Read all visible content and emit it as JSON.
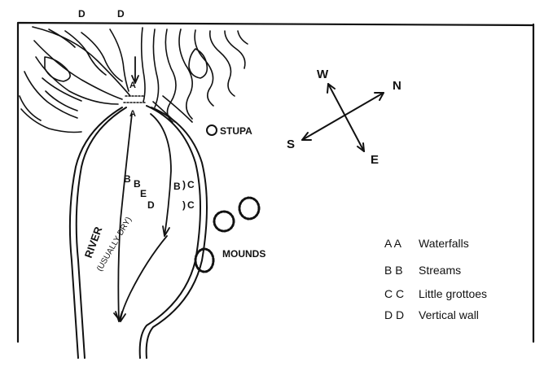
{
  "map": {
    "edge_labels": {
      "d_left": "D",
      "d_right": "D"
    },
    "point_labels": {
      "a_top": "A",
      "a_bottom": "A",
      "b_left": "B",
      "b_right": "B",
      "c_top": "C",
      "c_bottom": "C"
    },
    "place_labels": {
      "stupa": "STUPA",
      "mounds": "MOUNDS",
      "river_bed_words": [
        "RIVER",
        "B",
        "E",
        "D"
      ],
      "usually_dry": "(USUALLY DRY)"
    },
    "compass": {
      "n": "N",
      "s": "S",
      "w": "W",
      "e": "E"
    },
    "legend": [
      {
        "key": "A A",
        "text": "Waterfalls"
      },
      {
        "key": "B B",
        "text": "Streams"
      },
      {
        "key": "C C",
        "text": "Little grottoes"
      },
      {
        "key": "D D",
        "text": "Vertical wall"
      }
    ]
  }
}
